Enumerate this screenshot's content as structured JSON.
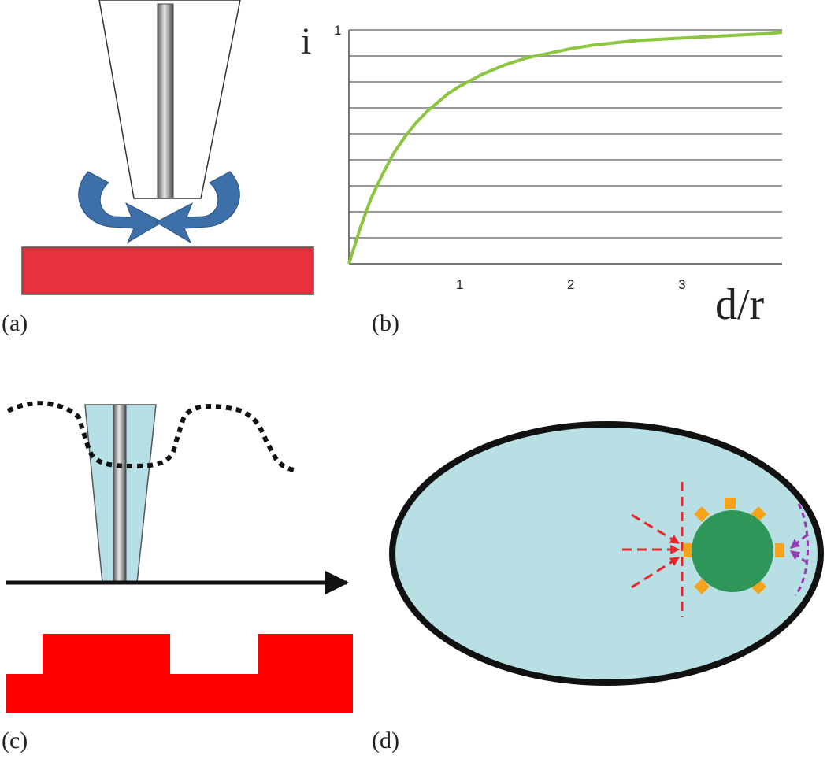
{
  "panels": {
    "a": {
      "label": "(a)"
    },
    "b": {
      "label": "(b)"
    },
    "c": {
      "label": "(c)"
    },
    "d": {
      "label": "(d)"
    }
  },
  "colors": {
    "substrate": "#e8303f",
    "substrate_c": "#ff0000",
    "flow_arrows": "#3d6fa8",
    "curve": "#8cc540",
    "pipette_fill": "#b7dfe6",
    "cell_fill": "#b8dfe4",
    "nucleus": "#2e9659",
    "receptors": "#f7a21b",
    "red_arrows": "#e8252a",
    "purple_arrows": "#9a39b4"
  },
  "chart_data": {
    "type": "line",
    "title": "",
    "ylabel": "i",
    "xlabel": "d/r",
    "xlim": [
      0,
      3.9
    ],
    "ylim": [
      0,
      1
    ],
    "xticks": [
      "1",
      "2",
      "3"
    ],
    "yticks": [
      "1"
    ],
    "grid": true,
    "series": [
      {
        "x": [
          0,
          0.1,
          0.2,
          0.3,
          0.4,
          0.5,
          0.6,
          0.7,
          0.8,
          0.9,
          1.0,
          1.2,
          1.4,
          1.6,
          1.8,
          2.0,
          2.2,
          2.4,
          2.6,
          2.8,
          3.0,
          3.2,
          3.4,
          3.6,
          3.8,
          3.9
        ],
        "values": [
          0.0,
          0.15,
          0.28,
          0.38,
          0.47,
          0.54,
          0.6,
          0.65,
          0.69,
          0.73,
          0.76,
          0.81,
          0.85,
          0.88,
          0.9,
          0.92,
          0.935,
          0.945,
          0.955,
          0.96,
          0.965,
          0.97,
          0.975,
          0.98,
          0.985,
          0.99
        ]
      }
    ]
  }
}
